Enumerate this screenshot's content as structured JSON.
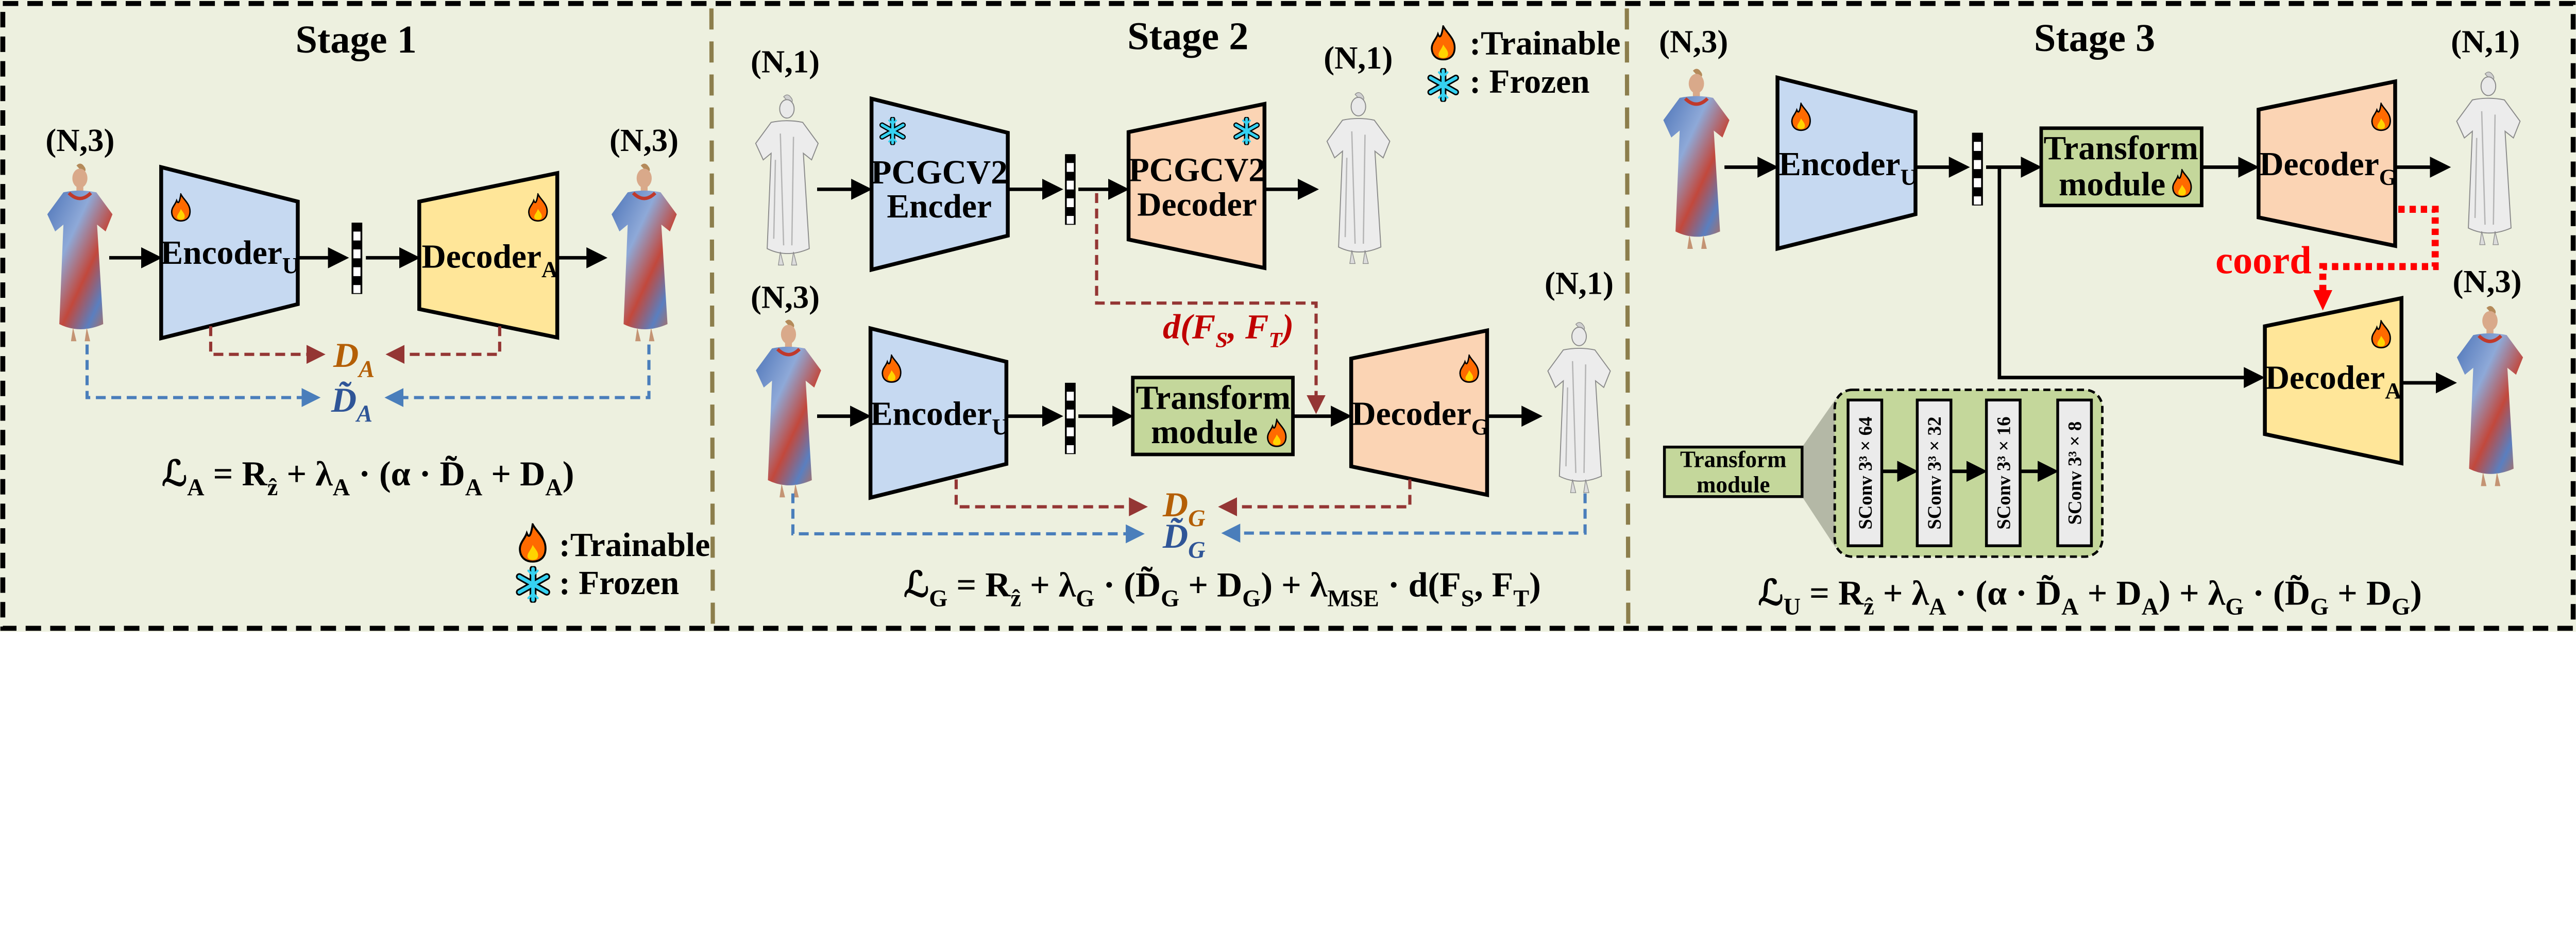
{
  "colors": {
    "background": "#EDF0DF",
    "encoder": "#C6D9F1",
    "decoder_a": "#FFE699",
    "decoder_g": "#FBD4B4",
    "transform": "#C4D79B",
    "sconv": "#EBEBEB",
    "loss_d": "#B45F06",
    "loss_d_tilde": "#2F5597",
    "feature_distance": "#C00000",
    "coord": "#FF0000",
    "stage_divider": "#8C7E4C"
  },
  "icons": {
    "trainable": "fire-icon",
    "frozen": "snowflake-icon",
    "latent": "latent-code-bar"
  },
  "stage1": {
    "title": "Stage 1",
    "input_shape": "(N,3)",
    "output_shape": "(N,3)",
    "encoder": [
      [
        "Encoder"
      ],
      [
        "U",
        "sub"
      ]
    ],
    "decoder": [
      [
        "Decoder"
      ],
      [
        "A",
        "sub"
      ]
    ],
    "loss_d": [
      [
        "D"
      ],
      [
        "A",
        "sub"
      ]
    ],
    "loss_d_tilde": [
      [
        "D̃"
      ],
      [
        "A",
        "sub"
      ]
    ],
    "equation": [
      [
        "ℒ"
      ],
      [
        "A",
        "sub"
      ],
      [
        " =  R"
      ],
      [
        "ẑ",
        "sub"
      ],
      [
        " +  λ"
      ],
      [
        "A",
        "sub"
      ],
      [
        " · (α · D̃"
      ],
      [
        "A",
        "sub"
      ],
      [
        " + D"
      ],
      [
        "A",
        "sub"
      ],
      [
        ")"
      ]
    ],
    "legend": {
      "trainable": ":Trainable",
      "frozen": ": Frozen"
    }
  },
  "stage2": {
    "title": "Stage 2",
    "legend": {
      "trainable": ":Trainable",
      "frozen": ": Frozen"
    },
    "top_input_shape": "(N,1)",
    "top_output_shape": "(N,1)",
    "pcgc_encoder": {
      "line1": "PCGCV2",
      "line2": "Encder"
    },
    "pcgc_decoder": {
      "line1": "PCGCV2",
      "line2": "Decoder"
    },
    "feature_distance": [
      [
        "d(F"
      ],
      [
        "S",
        "sub"
      ],
      [
        ", F"
      ],
      [
        "T",
        "sub"
      ],
      [
        ")"
      ]
    ],
    "bottom_input_shape": "(N,3)",
    "bottom_output_shape": "(N,1)",
    "encoder": [
      [
        "Encoder"
      ],
      [
        "U",
        "sub"
      ]
    ],
    "transform": {
      "line1": "Transform",
      "line2": "module"
    },
    "decoder": [
      [
        "Decoder"
      ],
      [
        "G",
        "sub"
      ]
    ],
    "loss_d": [
      [
        "D"
      ],
      [
        "G",
        "sub"
      ]
    ],
    "loss_d_tilde": [
      [
        "D̃"
      ],
      [
        "G",
        "sub"
      ]
    ],
    "equation": [
      [
        "ℒ"
      ],
      [
        "G",
        "sub"
      ],
      [
        " = R"
      ],
      [
        "ẑ",
        "sub"
      ],
      [
        " + λ"
      ],
      [
        "G",
        "sub"
      ],
      [
        " · (D̃"
      ],
      [
        "G",
        "sub"
      ],
      [
        " + D"
      ],
      [
        "G",
        "sub"
      ],
      [
        ")  + λ"
      ],
      [
        "MSE",
        "sub"
      ],
      [
        " · d(F"
      ],
      [
        "S",
        "sub"
      ],
      [
        ", F"
      ],
      [
        "T",
        "sub"
      ],
      [
        ")"
      ]
    ]
  },
  "stage3": {
    "title": "Stage 3",
    "input_shape": "(N,3)",
    "geometry_output_shape": "(N,1)",
    "attribute_output_shape": "(N,3)",
    "encoder": [
      [
        "Encoder"
      ],
      [
        "U",
        "sub"
      ]
    ],
    "transform": {
      "line1": "Transform",
      "line2": "module"
    },
    "decoder_g": [
      [
        "Decoder"
      ],
      [
        "G",
        "sub"
      ]
    ],
    "decoder_a": [
      [
        "Decoder"
      ],
      [
        "A",
        "sub"
      ]
    ],
    "coord_label": "coord",
    "transform_detail": {
      "label": {
        "line1": "Transform",
        "line2": "module"
      },
      "layers": [
        "SConv 3³ × 64",
        "SConv 3³ × 32",
        "SConv 3³ × 16",
        "SConv 3³ × 8"
      ]
    },
    "equation": [
      [
        "ℒ"
      ],
      [
        "U",
        "sub"
      ],
      [
        " = R"
      ],
      [
        "ẑ",
        "sub"
      ],
      [
        " + λ"
      ],
      [
        "A",
        "sub"
      ],
      [
        " · (α · D̃"
      ],
      [
        "A",
        "sub"
      ],
      [
        " + D"
      ],
      [
        "A",
        "sub"
      ],
      [
        ")  + λ"
      ],
      [
        "G",
        "sub"
      ],
      [
        " · (D̃"
      ],
      [
        "G",
        "sub"
      ],
      [
        " + D"
      ],
      [
        "G",
        "sub"
      ],
      [
        ")"
      ]
    ]
  }
}
